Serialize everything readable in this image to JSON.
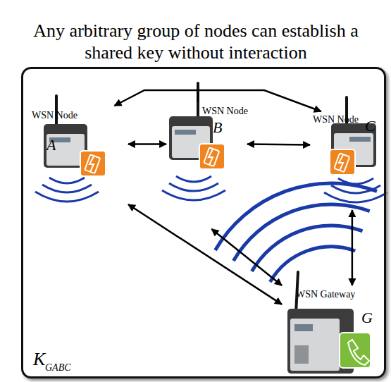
{
  "diagram": {
    "title": "Any arbitrary group of nodes can establish a shared key without interaction",
    "nodes": [
      {
        "text": [
          "K",
          "GABC"
        ]
      },
      {
        "text": [
          "WSN Node",
          "A"
        ],
        "in": 0
      },
      {
        "text": [
          "WSN Node",
          "B"
        ],
        "in": 0
      },
      {
        "text": [
          "WSN Node",
          "C"
        ],
        "in": 0
      },
      {
        "text": [
          "WSN Gateway",
          "G"
        ],
        "in": 0
      }
    ],
    "edges": [
      {
        "from": 1,
        "to": 2,
        "arrow": "both"
      },
      {
        "from": 2,
        "to": 3,
        "arrow": "both"
      },
      {
        "from": 2,
        "to": 1,
        "arrow": "to"
      },
      {
        "from": 2,
        "to": 3,
        "arrow": "to"
      },
      {
        "from": 1,
        "to": 4,
        "arrow": "both"
      },
      {
        "from": 2,
        "to": 4,
        "arrow": "both"
      },
      {
        "from": 3,
        "to": 4,
        "arrow": "both"
      }
    ]
  }
}
